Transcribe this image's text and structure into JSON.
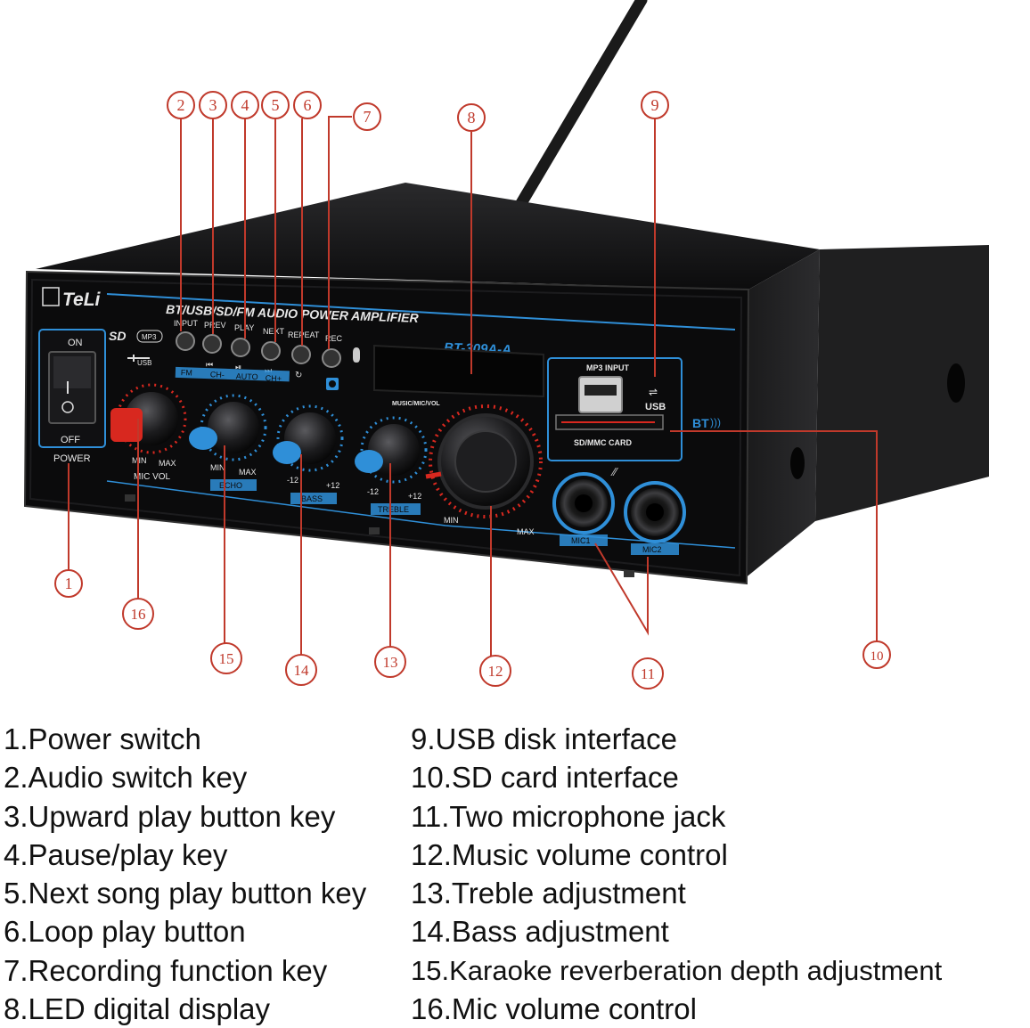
{
  "device": {
    "brand": "TeLi",
    "title": "BT/USB/SD/FM AUDIO POWER AMPLIFIER",
    "model": "BT-309A-A",
    "sd_mark": "SD",
    "mp3_mark": "MP3",
    "usb_mark": "USB",
    "bt_mark": "BT",
    "power_on": "ON",
    "power_off": "OFF",
    "power_label": "POWER",
    "buttons": [
      "INPUT",
      "PREV",
      "PLAY",
      "NEXT",
      "REPEAT",
      "REC"
    ],
    "modes": [
      "FM",
      "CH-",
      "AUTO",
      "CH+"
    ],
    "mp3_input_label": "MP3 INPUT",
    "usb_label": "USB",
    "sd_card_label": "SD/MMC CARD",
    "knobs": {
      "mic_vol": {
        "label": "MIC VOL",
        "min": "MIN",
        "max": "MAX"
      },
      "echo": {
        "label": "ECHO",
        "min": "MIN",
        "max": "MAX"
      },
      "bass": {
        "label": "BASS",
        "min": "-12",
        "max": "+12"
      },
      "treble": {
        "label": "TREBLE",
        "min": "-12",
        "max": "+12"
      },
      "volume": {
        "label": "MUSIC/MIC/VOL",
        "min": "MIN",
        "max": "MAX"
      }
    },
    "mic1": "MIC1",
    "mic2": "MIC2"
  },
  "callouts": [
    "1",
    "2",
    "3",
    "4",
    "5",
    "6",
    "7",
    "8",
    "9",
    "10",
    "11",
    "12",
    "13",
    "14",
    "15",
    "16"
  ],
  "legend": {
    "left": [
      "1.Power switch",
      "2.Audio switch key",
      "3.Upward play button key",
      "4.Pause/play key",
      "5.Next song play button key",
      "6.Loop play button",
      "7.Recording function key",
      "8.LED digital display"
    ],
    "right": [
      "9.USB disk interface",
      "10.SD card interface",
      "11.Two microphone jack",
      "12.Music volume control",
      "13.Treble adjustment",
      "14.Bass adjustment",
      "15.Karaoke reverberation depth adjustment",
      "16.Mic volume control"
    ]
  },
  "colors": {
    "callout": "#c0392b",
    "accent_blue": "#2f8fd8",
    "body": "#141414",
    "knob_red": "#d8281f"
  }
}
